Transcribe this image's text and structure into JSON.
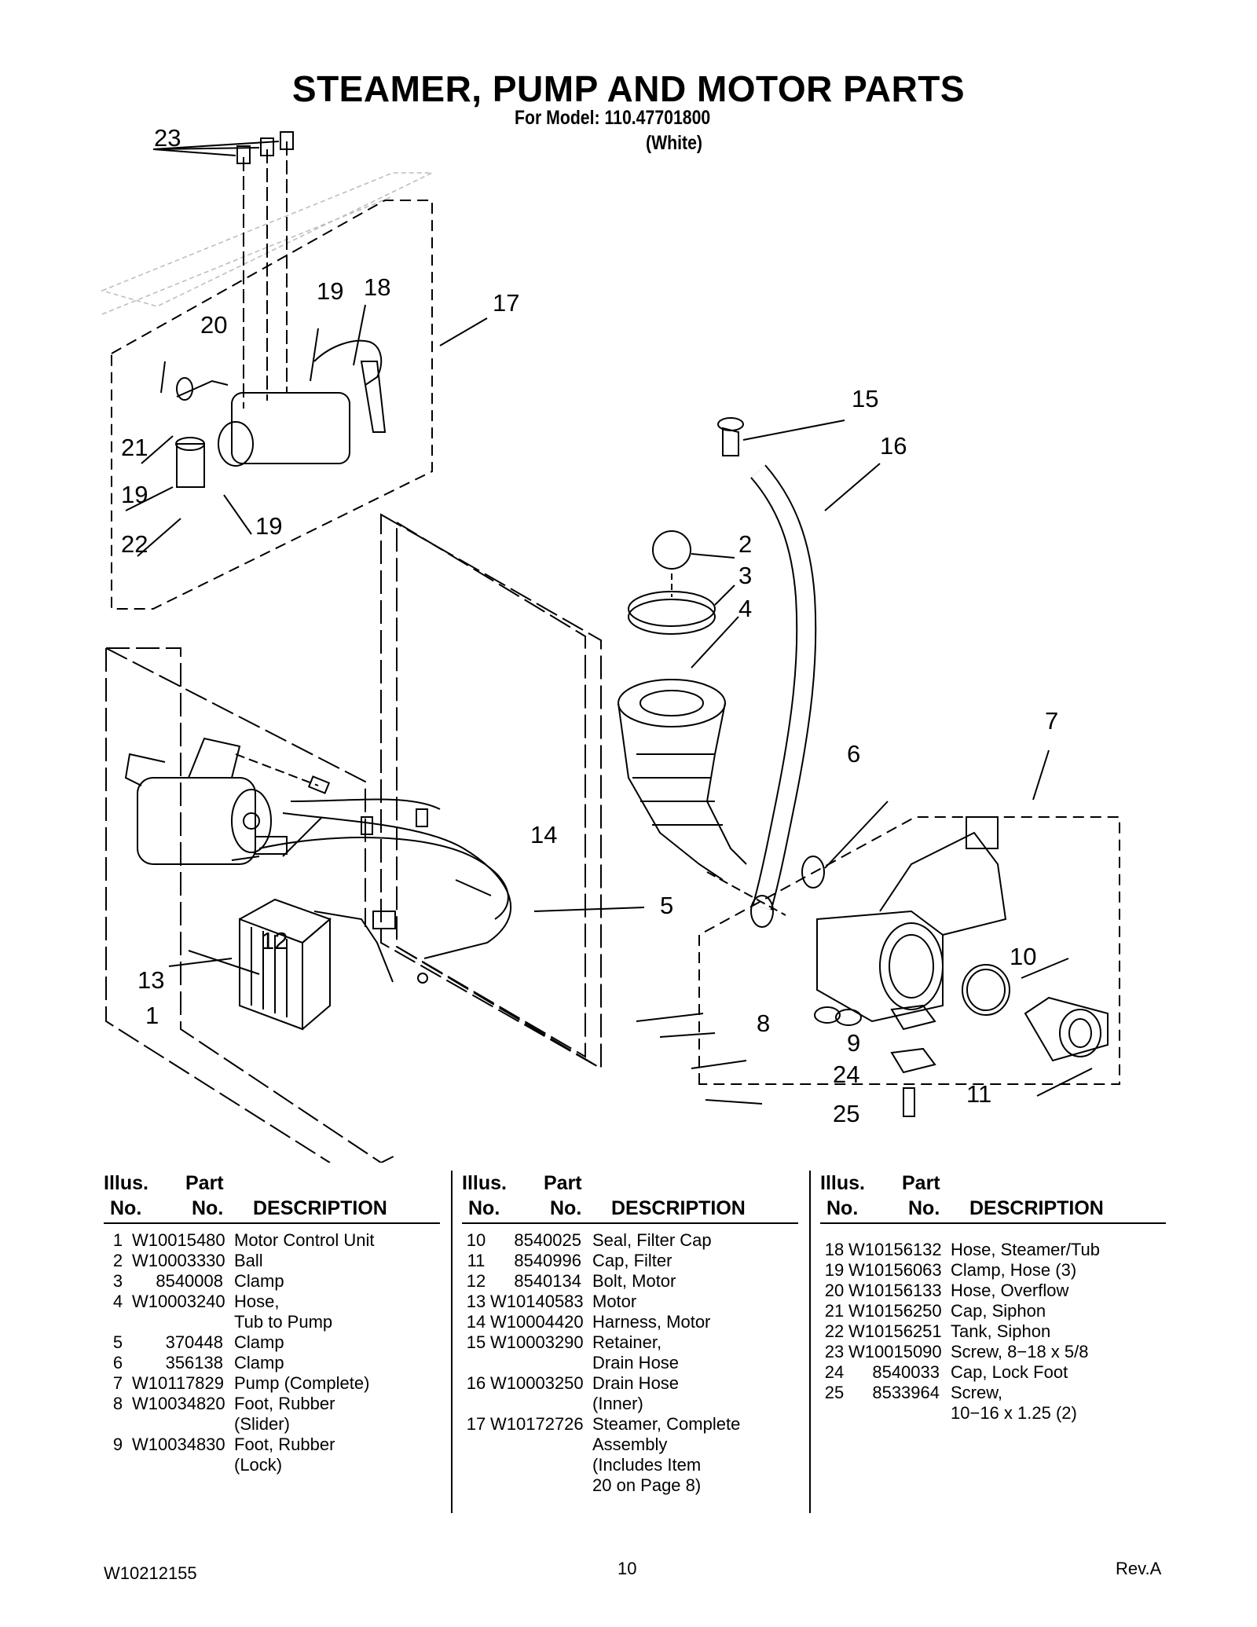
{
  "header": {
    "title": "STEAMER, PUMP AND MOTOR PARTS",
    "model": "For Model: 110.47701800",
    "color": "(White)"
  },
  "diagram": {
    "callouts": {
      "c1": "1",
      "c2": "2",
      "c3": "3",
      "c4": "4",
      "c5": "5",
      "c6": "6",
      "c7": "7",
      "c8": "8",
      "c9": "9",
      "c10": "10",
      "c11": "11",
      "c12": "12",
      "c13": "13",
      "c14": "14",
      "c15": "15",
      "c16": "16",
      "c17": "17",
      "c18": "18",
      "c19a": "19",
      "c19b": "19",
      "c19c": "19",
      "c20": "20",
      "c21": "21",
      "c22": "22",
      "c23": "23",
      "c24": "24",
      "c25": "25"
    }
  },
  "table": {
    "headers": {
      "illus_line1": "Illus.",
      "illus_line2": "No.",
      "part_line1": "Part",
      "part_line2": "No.",
      "description": "DESCRIPTION"
    },
    "columns": [
      [
        {
          "no": "1",
          "part": "W10015480",
          "desc": [
            "Motor Control Unit"
          ]
        },
        {
          "no": "2",
          "part": "W10003330",
          "desc": [
            "Ball"
          ]
        },
        {
          "no": "3",
          "part": "8540008",
          "desc": [
            "Clamp"
          ]
        },
        {
          "no": "4",
          "part": "W10003240",
          "desc": [
            "Hose,",
            "Tub to Pump"
          ]
        },
        {
          "no": "5",
          "part": "370448",
          "desc": [
            "Clamp"
          ]
        },
        {
          "no": "6",
          "part": "356138",
          "desc": [
            "Clamp"
          ]
        },
        {
          "no": "7",
          "part": "W10117829",
          "desc": [
            "Pump (Complete)"
          ]
        },
        {
          "no": "8",
          "part": "W10034820",
          "desc": [
            "Foot, Rubber",
            "(Slider)"
          ]
        },
        {
          "no": "9",
          "part": "W10034830",
          "desc": [
            "Foot, Rubber",
            "(Lock)"
          ]
        }
      ],
      [
        {
          "no": "10",
          "part": "8540025",
          "desc": [
            "Seal, Filter Cap"
          ]
        },
        {
          "no": "11",
          "part": "8540996",
          "desc": [
            "Cap, Filter"
          ]
        },
        {
          "no": "12",
          "part": "8540134",
          "desc": [
            "Bolt, Motor"
          ]
        },
        {
          "no": "13",
          "part": "W10140583",
          "desc": [
            "Motor"
          ]
        },
        {
          "no": "14",
          "part": "W10004420",
          "desc": [
            "Harness, Motor"
          ]
        },
        {
          "no": "15",
          "part": "W10003290",
          "desc": [
            "Retainer,",
            "Drain Hose"
          ]
        },
        {
          "no": "16",
          "part": "W10003250",
          "desc": [
            "Drain Hose",
            "(Inner)"
          ]
        },
        {
          "no": "17",
          "part": "W10172726",
          "desc": [
            "Steamer, Complete",
            "Assembly",
            "(Includes Item",
            "20 on Page 8)"
          ]
        }
      ],
      [
        {
          "no": "18",
          "part": "W10156132",
          "desc": [
            "Hose, Steamer/Tub"
          ]
        },
        {
          "no": "19",
          "part": "W10156063",
          "desc": [
            "Clamp, Hose (3)"
          ]
        },
        {
          "no": "20",
          "part": "W10156133",
          "desc": [
            "Hose, Overflow"
          ]
        },
        {
          "no": "21",
          "part": "W10156250",
          "desc": [
            "Cap, Siphon"
          ]
        },
        {
          "no": "22",
          "part": "W10156251",
          "desc": [
            "Tank, Siphon"
          ]
        },
        {
          "no": "23",
          "part": "W10015090",
          "desc": [
            "Screw, 8−18 x 5/8"
          ]
        },
        {
          "no": "24",
          "part": "8540033",
          "desc": [
            "Cap, Lock Foot"
          ]
        },
        {
          "no": "25",
          "part": "8533964",
          "desc": [
            "Screw,",
            "10−16 x 1.25 (2)"
          ]
        }
      ]
    ]
  },
  "footer": {
    "doc_number": "W10212155",
    "page": "10",
    "revision": "Rev.A"
  }
}
